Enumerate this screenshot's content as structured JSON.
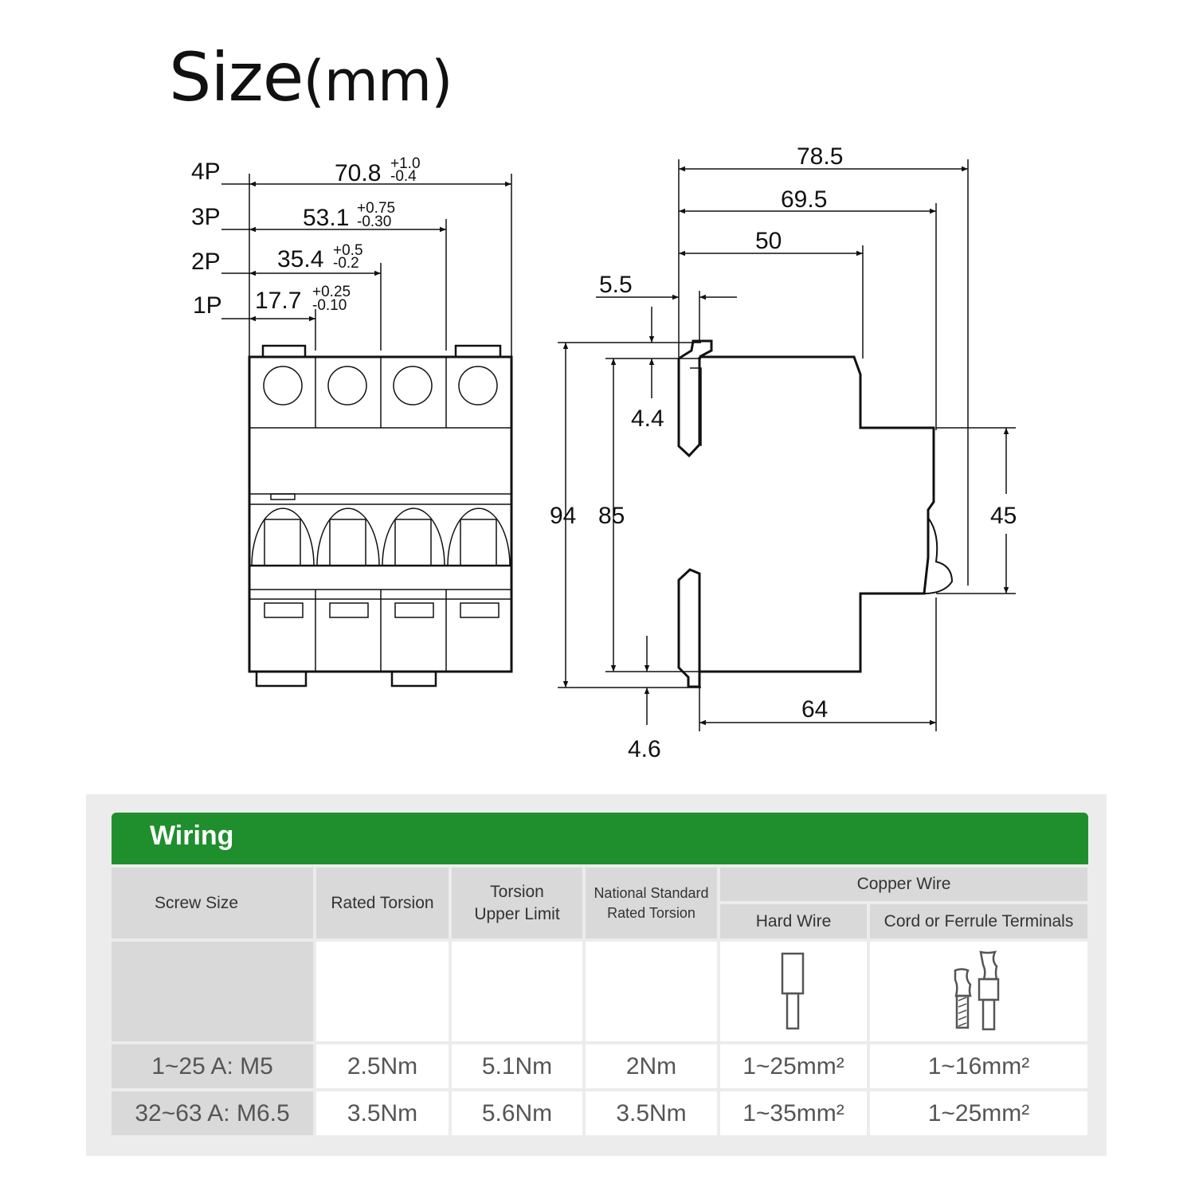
{
  "title": {
    "main": "Size",
    "unit": "(mm)"
  },
  "front_view": {
    "dims": [
      {
        "label": "4P",
        "value": "70.8",
        "tol_plus": "+1.0",
        "tol_minus": "-0.4"
      },
      {
        "label": "3P",
        "value": "53.1",
        "tol_plus": "+0.75",
        "tol_minus": "-0.30"
      },
      {
        "label": "2P",
        "value": "35.4",
        "tol_plus": "+0.5",
        "tol_minus": "-0.2"
      },
      {
        "label": "1P",
        "value": "17.7",
        "tol_plus": "+0.25",
        "tol_minus": "-0.10"
      }
    ]
  },
  "side_view": {
    "depth_total": "78.5",
    "depth_handle": "69.5",
    "depth_step": "50",
    "rail_offset": "5.5",
    "top_offset": "4.4",
    "height_total": "94",
    "height_body": "85",
    "front_height": "45",
    "bottom_depth": "64",
    "bottom_offset": "4.6"
  },
  "table": {
    "title": "Wiring",
    "headers": {
      "screw_size": "Screw Size",
      "rated_torsion": "Rated Torsion",
      "torsion_upper_1": "Torsion",
      "torsion_upper_2": "Upper Limit",
      "national_1": "National Standard",
      "national_2": "Rated Torsion",
      "copper_wire": "Copper Wire",
      "hard_wire": "Hard Wire",
      "cord_ferrule": "Cord or Ferrule Terminals"
    },
    "rows": [
      {
        "screw": "1~25 A: M5",
        "rated": "2.5Nm",
        "upper": "5.1Nm",
        "national": "2Nm",
        "hard": "1~25mm²",
        "cord": "1~16mm²"
      },
      {
        "screw": "32~63 A: M6.5",
        "rated": "3.5Nm",
        "upper": "5.6Nm",
        "national": "3.5Nm",
        "hard": "1~35mm²",
        "cord": "1~25mm²"
      }
    ],
    "colors": {
      "header_green": "#1f8f2e",
      "header_gray": "#d9d9d9"
    }
  }
}
